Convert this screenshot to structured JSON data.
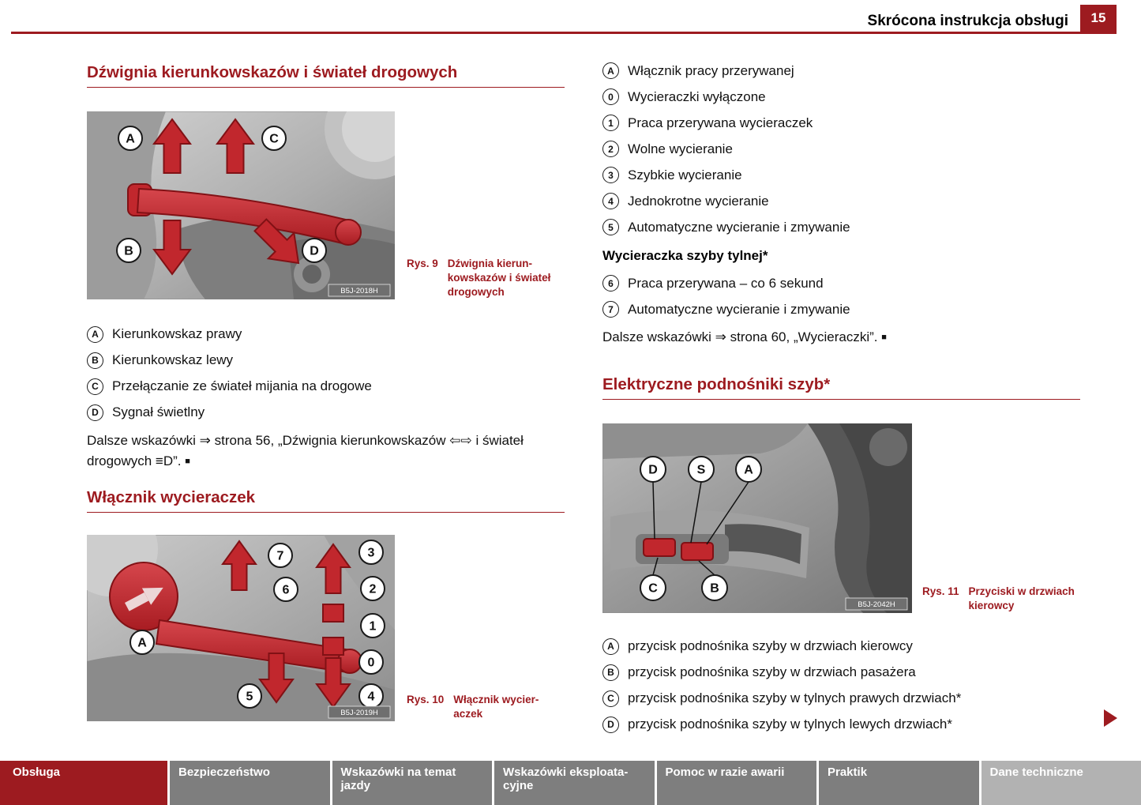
{
  "header": {
    "title": "Skrócona instrukcja obsługi",
    "page_number": "15"
  },
  "left": {
    "turn": {
      "heading": "Dźwignia kierunkowskazów i świateł drogowych",
      "figure": {
        "caption_label": "Rys. 9",
        "caption_text": "Dźwignia kierun-\nkowskazów i świateł\ndrogowych",
        "code": "B5J-2018H",
        "labels": {
          "a": "A",
          "b": "B",
          "c": "C",
          "d": "D"
        }
      },
      "items": [
        {
          "marker": "A",
          "text": "Kierunkowskaz prawy"
        },
        {
          "marker": "B",
          "text": "Kierunkowskaz lewy"
        },
        {
          "marker": "C",
          "text": "Przełączanie ze świateł mijania na drogowe"
        },
        {
          "marker": "D",
          "text": "Sygnał świetlny"
        }
      ],
      "note": "Dalsze wskazówki ⇒ strona 56, „Dźwignia kierunkowskazów ⇦⇨ i świateł\ndrogowych ≡D”.",
      "note_end_mark": "■"
    },
    "wiper": {
      "heading": "Włącznik wycieraczek",
      "figure": {
        "caption_label": "Rys. 10",
        "caption_text": "Włącznik wycier-\naczek",
        "code": "B5J-2019H",
        "labels": {
          "n7": "7",
          "n3": "3",
          "n6": "6",
          "n2": "2",
          "n1": "1",
          "n0": "0",
          "n5": "5",
          "n4": "4",
          "a": "A"
        }
      }
    }
  },
  "right": {
    "wiper_list": {
      "items": [
        {
          "marker": "A",
          "text": "Włącznik pracy przerywanej"
        },
        {
          "marker": "0",
          "text": "Wycieraczki wyłączone"
        },
        {
          "marker": "1",
          "text": "Praca przerywana wycieraczek"
        },
        {
          "marker": "2",
          "text": "Wolne wycieranie"
        },
        {
          "marker": "3",
          "text": "Szybkie wycieranie"
        },
        {
          "marker": "4",
          "text": "Jednokrotne wycieranie"
        },
        {
          "marker": "5",
          "text": "Automatyczne wycieranie i zmywanie"
        }
      ],
      "rear_heading": "Wycieraczka szyby tylnej*",
      "rear_items": [
        {
          "marker": "6",
          "text": "Praca przerywana – co 6 sekund"
        },
        {
          "marker": "7",
          "text": "Automatyczne wycieranie i zmywanie"
        }
      ],
      "note": "Dalsze wskazówki ⇒ strona 60, „Wycieraczki”.",
      "note_end_mark": "■"
    },
    "windows": {
      "heading": "Elektryczne podnośniki szyb*",
      "figure": {
        "caption_label": "Rys. 11",
        "caption_text": "Przyciski w drzwiach\nkierowcy",
        "code": "B5J-2042H",
        "labels": {
          "d": "D",
          "s": "S",
          "a": "A",
          "c": "C",
          "b": "B"
        }
      },
      "items": [
        {
          "marker": "A",
          "text": "przycisk podnośnika szyby w drzwiach kierowcy"
        },
        {
          "marker": "B",
          "text": "przycisk podnośnika szyby w drzwiach pasażera"
        },
        {
          "marker": "C",
          "text": "przycisk podnośnika szyby w tylnych prawych drzwiach*"
        },
        {
          "marker": "D",
          "text": "przycisk podnośnika szyby w tylnych lewych drzwiach*"
        }
      ]
    }
  },
  "footer": {
    "tabs": [
      {
        "label": "Obsługa"
      },
      {
        "label": "Bezpieczeństwo"
      },
      {
        "label": "Wskazówki na temat\njazdy"
      },
      {
        "label": "Wskazówki eksploata-\ncyjne"
      },
      {
        "label": "Pomoc w razie awarii"
      },
      {
        "label": "Praktik"
      },
      {
        "label": "Dane techniczne"
      }
    ]
  },
  "colors": {
    "accent": "#9d1b20",
    "footer_gray": "#7e7e7e",
    "footer_light": "#b2b2b2"
  }
}
